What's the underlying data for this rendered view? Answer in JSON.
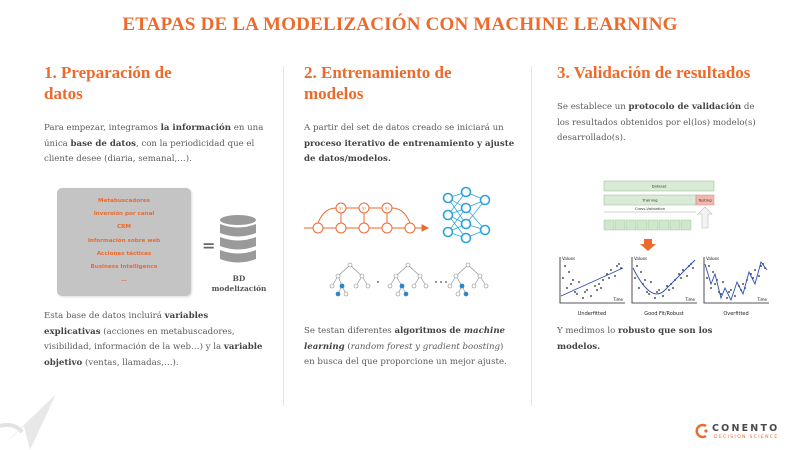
{
  "title": "ETAPAS DE LA MODELIZACIÓN CON MACHINE LEARNING",
  "colors": {
    "accent": "#ec6a2c",
    "text": "#5b5b5b",
    "box": "#c4c4c4",
    "testing": "#f2b7ae",
    "training": "#7cc48a"
  },
  "col1": {
    "heading": "1. Preparación de datos",
    "p1": [
      {
        "t": "Para empezar, integramos ",
        "b": false
      },
      {
        "t": "la información",
        "b": true
      },
      {
        "t": " en una única ",
        "b": false
      },
      {
        "t": "base de datos",
        "b": true
      },
      {
        "t": ", con la periodicidad que el cliente desee (diaria, semanal,…).",
        "b": false
      }
    ],
    "box_items": [
      "Metabuscadores",
      "Inversión por canal",
      "CRM",
      "Información sobre web",
      "Acciones tácticas",
      "Business Intelligence",
      "…"
    ],
    "equals": "=",
    "db_label_1": "BD",
    "db_label_2": "modelización",
    "p2": [
      {
        "t": "Esta base de datos incluirá ",
        "b": false
      },
      {
        "t": "variables explicativas",
        "b": true
      },
      {
        "t": " (acciones en metabuscadores, visibilidad, información de la web…) y la ",
        "b": false
      },
      {
        "t": "variable objetivo",
        "b": true
      },
      {
        "t": " (ventas, llamadas,…).",
        "b": false
      }
    ]
  },
  "col2": {
    "heading": "2. Entrenamiento de modelos",
    "p1": [
      {
        "t": "A partir del set de datos creado se iniciará un ",
        "b": false
      },
      {
        "t": "proceso iterativo de entrenamiento y ajuste de datos/modelos.",
        "b": true
      }
    ],
    "node_labels": [
      "y₁",
      "y₂",
      "y₃"
    ],
    "p2": [
      {
        "t": "Se testan diferentes ",
        "b": false
      },
      {
        "t": "algoritmos de ",
        "b": true
      },
      {
        "t": "machine learning",
        "b": true,
        "i": true
      },
      {
        "t": " (",
        "b": false
      },
      {
        "t": "random forest y gradient boosting",
        "b": false,
        "i": true
      },
      {
        "t": ") en busca del que proporcione un mejor ajuste.",
        "b": false
      }
    ]
  },
  "col3": {
    "heading": "3. Validación de resultados",
    "p1": [
      {
        "t": "Se establece un ",
        "b": false
      },
      {
        "t": "protocolo de validación",
        "b": true
      },
      {
        "t": " de los resultados obtenidos por el(los) modelo(s) desarrollado(s).",
        "b": false
      }
    ],
    "split": {
      "dataset": "Dataset",
      "training": "Training",
      "testing": "Testing",
      "cross": "Cross-Validation"
    },
    "plots": [
      {
        "ylabel": "Values",
        "xlabel": "Time",
        "caption": "Underfitted"
      },
      {
        "ylabel": "Values",
        "xlabel": "Time",
        "caption": "Good Fit/Robust"
      },
      {
        "ylabel": "Values",
        "xlabel": "Time",
        "caption": "Overfitted"
      }
    ],
    "p2": [
      {
        "t": "Y medimos lo ",
        "b": false
      },
      {
        "t": "robusto que son los modelos.",
        "b": true
      }
    ]
  },
  "logo": {
    "name": "CONENTO",
    "sub": "DECISION SCIENCE"
  }
}
